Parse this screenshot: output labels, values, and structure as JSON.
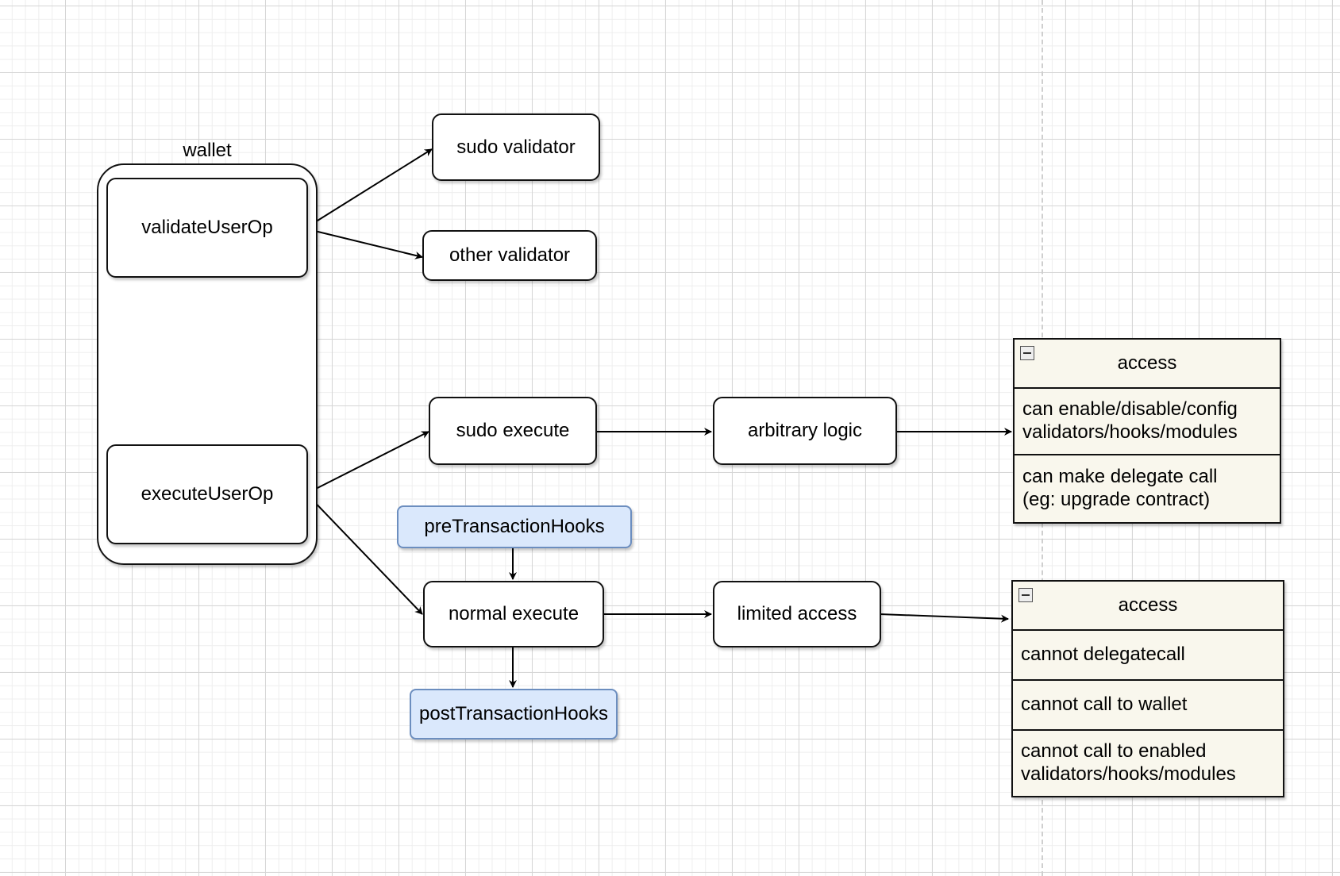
{
  "wallet": {
    "title": "wallet",
    "validate": "validateUserOp",
    "execute": "executeUserOp"
  },
  "validators": {
    "sudo": "sudo validator",
    "other": "other validator"
  },
  "execution": {
    "sudo_execute": "sudo execute",
    "arbitrary_logic": "arbitrary logic",
    "normal_execute": "normal execute",
    "limited_access": "limited access",
    "pre_hooks": "preTransactionHooks",
    "post_hooks": "postTransactionHooks"
  },
  "sudo_access": {
    "title": "access",
    "rows": [
      "can enable/disable/config\nvalidators/hooks/modules",
      "can make delegate call\n(eg: upgrade contract)"
    ]
  },
  "limited_access": {
    "title": "access",
    "rows": [
      "cannot delegatecall",
      "cannot call to wallet",
      "cannot call to enabled\nvalidators/hooks/modules"
    ]
  },
  "colors": {
    "hook_fill": "#dae8fc",
    "hook_stroke": "#6c8ebf",
    "access_fill": "#f9f7ed"
  }
}
